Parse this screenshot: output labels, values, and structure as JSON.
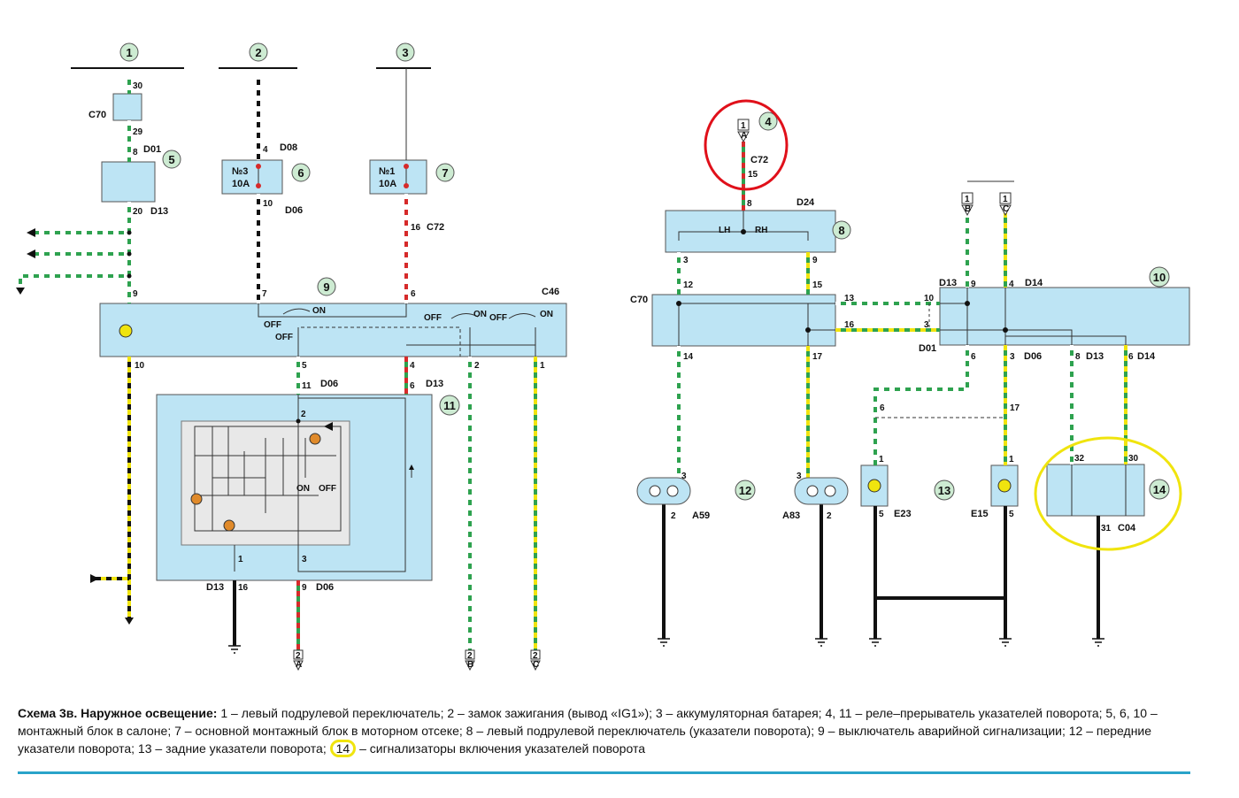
{
  "colors": {
    "module_fill": "#bde4f4",
    "wire_green": "#2ea24f",
    "wire_yellow": "#f0e40e",
    "wire_black": "#111111",
    "wire_red": "#d62a2a",
    "callout_fill": "#cdebd2",
    "highlight_red": "#e0101a",
    "highlight_yellow": "#f0e40e",
    "rule": "#29a3c9"
  },
  "components": {
    "c1": "1",
    "c2": "2",
    "c3": "3",
    "c4": "4",
    "c5": "5",
    "c6": "6",
    "c7": "7",
    "c8": "8",
    "c9": "9",
    "c10": "10",
    "c11": "11",
    "c12": "12",
    "c13": "13",
    "c14": "14"
  },
  "connectors": {
    "C70": "C70",
    "D01": "D01",
    "D13": "D13",
    "D08": "D08",
    "D06": "D06",
    "C72": "C72",
    "C46": "C46",
    "D24": "D24",
    "D14": "D14",
    "A59": "A59",
    "A83": "A83",
    "E23": "E23",
    "E15": "E15",
    "C04": "C04"
  },
  "fuses": {
    "f3_name": "№3",
    "f3_rating": "10A",
    "f1_name": "№1",
    "f1_rating": "10A"
  },
  "switch_labels": {
    "on": "ON",
    "off": "OFF",
    "lh": "LH",
    "rh": "RH"
  },
  "refs": {
    "ref1": "1",
    "refA": "A",
    "refB": "B",
    "refC": "C",
    "ref2": "2"
  },
  "pins": {
    "p30a": "30",
    "p29": "29",
    "p8a": "8",
    "p20": "20",
    "p9a": "9",
    "p10a": "10",
    "p4a": "4",
    "p10b": "10",
    "p7": "7",
    "p16a": "16",
    "p6a": "6",
    "p5a": "5",
    "p11": "11",
    "p4b": "4",
    "p6b": "6",
    "p2a": "2",
    "p1a": "1",
    "p2b": "2",
    "p1b": "1",
    "p3a": "3",
    "p16b": "16",
    "p9b": "9",
    "p15a": "15",
    "p8b": "8",
    "p3b": "3",
    "p9c": "9",
    "p12": "12",
    "p15b": "15",
    "p13": "13",
    "p16c": "16",
    "p14": "14",
    "p17a": "17",
    "p10c": "10",
    "p3c": "3",
    "p9d": "9",
    "p4c": "4",
    "p6c": "6",
    "p3d": "3",
    "p8c": "8",
    "p6d": "6",
    "p6e": "6",
    "p17b": "17",
    "p3e": "3",
    "p2c": "2",
    "p3f": "3",
    "p2d": "2",
    "p1c": "1",
    "p5b": "5",
    "p1d": "1",
    "p5c": "5",
    "p32": "32",
    "p30b": "30",
    "p31": "31"
  },
  "caption": {
    "title": "Схема 3в. Наружное освещение:",
    "body_before": " 1 – левый подрулевой переключатель; 2 – замок зажигания (вывод «IG1»); 3 – аккумуляторная батарея; 4, 11 – реле–прерыватель указателей поворота; 5, 6, 10 – монтажный блок в салоне; 7 – основной монтажный блок в моторном отсеке; 8 – левый подрулевой переключатель (указатели поворота); 9 – выключатель аварийной сигнализации; 12 – передние указатели поворота; 13 – задние указатели поворота; ",
    "highlight": "14",
    "body_after": " – сигнализаторы включения указателей поворота"
  }
}
